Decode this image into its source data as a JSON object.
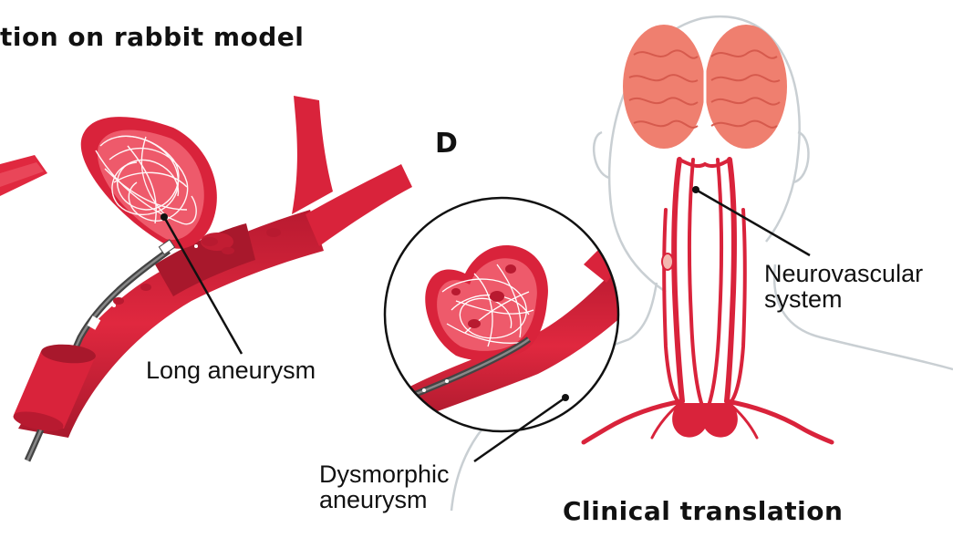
{
  "headings": {
    "left_title": "tion on rabbit model",
    "panel_letter": "D",
    "bottom_title": "Clinical translation"
  },
  "labels": {
    "long_aneurysm": "Long aneurysm",
    "dysmorphic_line1": "Dysmorphic",
    "dysmorphic_line2": "aneurysm",
    "neurovascular_line1": "Neurovascular",
    "neurovascular_line2": "system"
  },
  "colors": {
    "vessel": "#d9233b",
    "vessel_dark": "#a8182c",
    "vessel_inner": "#ee5a6b",
    "brain": "#ef7f6f",
    "brain_fold": "#d65a4d",
    "coil": "#ffffff",
    "catheter": "#555555",
    "outline": "#c9cfd3"
  },
  "icons": [
    "aneurysm-coil-illustration",
    "catheter",
    "magnifier-circle",
    "human-head-outline",
    "brain-icon",
    "carotid-arteries"
  ]
}
